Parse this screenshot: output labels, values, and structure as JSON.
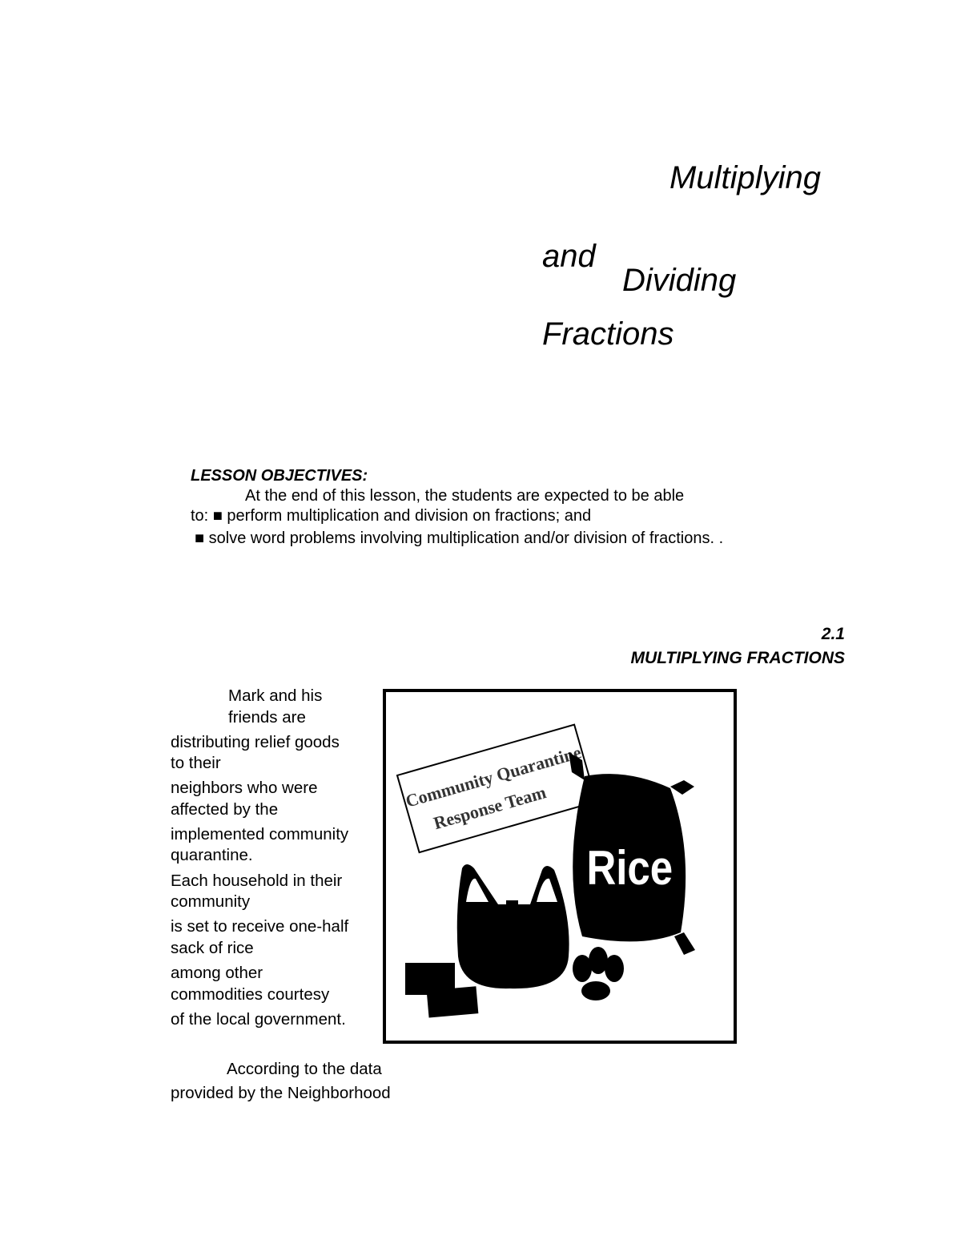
{
  "title": {
    "line1": "Multiplying",
    "line2a": "and",
    "line2b": "Dividing",
    "line3": "Fractions"
  },
  "objectives": {
    "heading": "LESSON OBJECTIVES:",
    "intro": "At the end of this lesson, the students are expected to be able",
    "line2": "to: ■ perform multiplication and division on fractions; and",
    "line3": "■ solve word problems involving multiplication and/or division of fractions. ."
  },
  "section": {
    "number": "2.1",
    "title": "MULTIPLYING FRACTIONS"
  },
  "body_lines": [
    "Mark and his",
    "friends are",
    "distributing relief goods",
    "to their",
    "neighbors who were",
    "affected by the",
    "implemented community",
    "quarantine.",
    "Each household in their",
    "community",
    "is set to receive one-half",
    "sack of rice",
    "among other",
    "commodities courtesy",
    "of the local government.",
    "According to the data",
    "provided by the Neighborhood"
  ],
  "illustration": {
    "sign_line1": "Community Quarantine",
    "sign_line2": "Response Team",
    "sack_label": "Rice"
  }
}
